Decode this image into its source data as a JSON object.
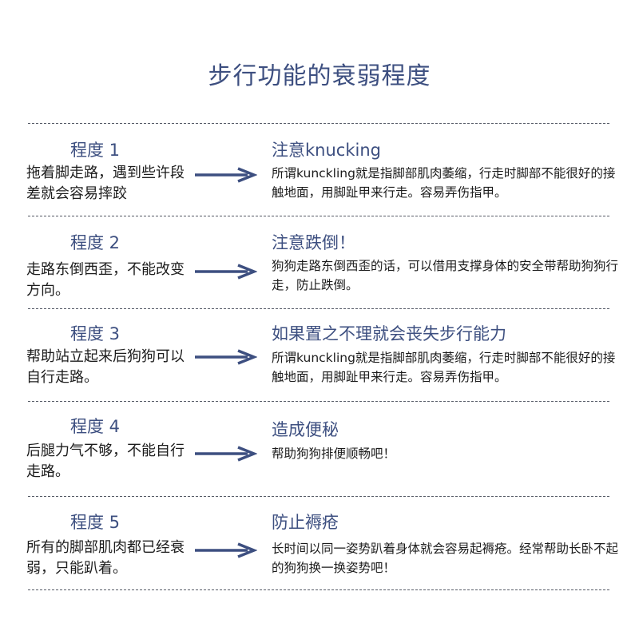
{
  "title": "步行功能的衰弱程度",
  "rows": [
    {
      "level": "程度 1",
      "left": "拖着脚走路，遇到些许段差就会容易摔跤",
      "head": "注意knucking",
      "desc": "所谓kunckling就是指脚部肌肉萎缩，行走时脚部不能很好的接触地面，用脚趾甲来行走。容易弄伤指甲。"
    },
    {
      "level": "程度 2",
      "left": "走路东倒西歪，不能改变方向。",
      "head": "注意跌倒！",
      "desc": "狗狗走路东倒西歪的话，可以借用支撑身体的安全带帮助狗狗行走，防止跌倒。"
    },
    {
      "level": "程度 3",
      "left": "帮助站立起来后狗狗可以自行走路。",
      "head": "如果置之不理就会丧失步行能力",
      "desc": "所谓kunckling就是指脚部肌肉萎缩，行走时脚部不能很好的接触地面，用脚趾甲来行走。容易弄伤指甲。"
    },
    {
      "level": "程度 4",
      "left": "后腿力气不够，不能自行走路。",
      "head": "造成便秘",
      "desc": "帮助狗狗排便顺畅吧！"
    },
    {
      "level": "程度 5",
      "left": "所有的脚部肌肉都已经衰弱，只能趴着。",
      "head": "防止褥疮",
      "desc": "长时间以同一姿势趴着身体就会容易起褥疮。经常帮助长卧不起的狗狗换一换姿势吧！"
    }
  ]
}
